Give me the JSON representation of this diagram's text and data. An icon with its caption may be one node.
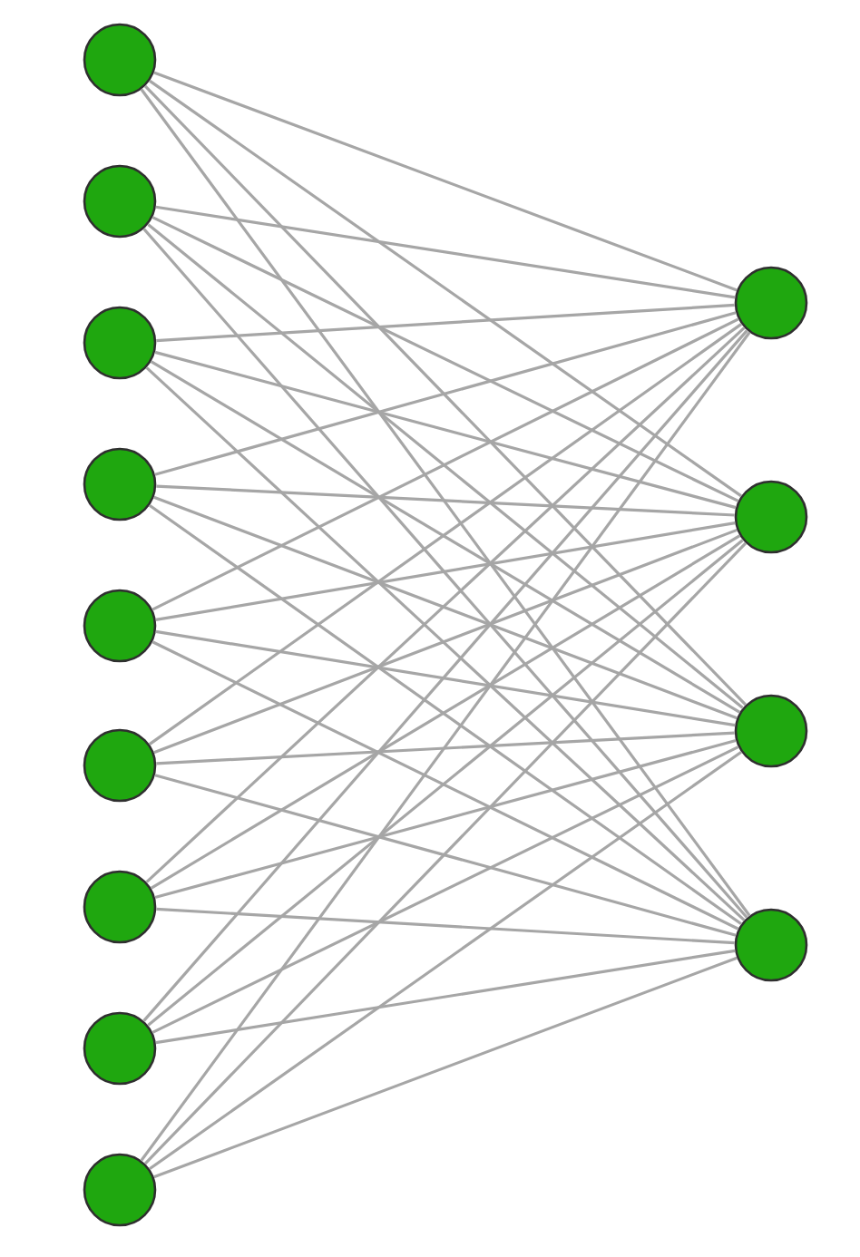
{
  "diagram": {
    "nodes": [
      {
        "text": [],
        "shape": "circle"
      },
      {
        "text": [],
        "shape": "circle"
      },
      {
        "text": [],
        "shape": "circle"
      },
      {
        "text": [],
        "shape": "circle"
      },
      {
        "text": [],
        "shape": "circle"
      },
      {
        "text": [],
        "shape": "circle"
      },
      {
        "text": [],
        "shape": "circle"
      },
      {
        "text": [],
        "shape": "circle"
      },
      {
        "text": [],
        "shape": "circle"
      },
      {
        "text": [],
        "shape": "circle"
      },
      {
        "text": [],
        "shape": "circle"
      },
      {
        "text": [],
        "shape": "circle"
      },
      {
        "text": [],
        "shape": "circle"
      }
    ],
    "edges": [
      {
        "from": 0,
        "to": 9,
        "arrow": "none"
      },
      {
        "from": 0,
        "to": 10,
        "arrow": "none"
      },
      {
        "from": 0,
        "to": 11,
        "arrow": "none"
      },
      {
        "from": 0,
        "to": 12,
        "arrow": "none"
      },
      {
        "from": 1,
        "to": 9,
        "arrow": "none"
      },
      {
        "from": 1,
        "to": 10,
        "arrow": "none"
      },
      {
        "from": 1,
        "to": 11,
        "arrow": "none"
      },
      {
        "from": 1,
        "to": 12,
        "arrow": "none"
      },
      {
        "from": 2,
        "to": 9,
        "arrow": "none"
      },
      {
        "from": 2,
        "to": 10,
        "arrow": "none"
      },
      {
        "from": 2,
        "to": 11,
        "arrow": "none"
      },
      {
        "from": 2,
        "to": 12,
        "arrow": "none"
      },
      {
        "from": 3,
        "to": 9,
        "arrow": "none"
      },
      {
        "from": 3,
        "to": 10,
        "arrow": "none"
      },
      {
        "from": 3,
        "to": 11,
        "arrow": "none"
      },
      {
        "from": 3,
        "to": 12,
        "arrow": "none"
      },
      {
        "from": 4,
        "to": 9,
        "arrow": "none"
      },
      {
        "from": 4,
        "to": 10,
        "arrow": "none"
      },
      {
        "from": 4,
        "to": 11,
        "arrow": "none"
      },
      {
        "from": 4,
        "to": 12,
        "arrow": "none"
      },
      {
        "from": 5,
        "to": 9,
        "arrow": "none"
      },
      {
        "from": 5,
        "to": 10,
        "arrow": "none"
      },
      {
        "from": 5,
        "to": 11,
        "arrow": "none"
      },
      {
        "from": 5,
        "to": 12,
        "arrow": "none"
      },
      {
        "from": 6,
        "to": 9,
        "arrow": "none"
      },
      {
        "from": 6,
        "to": 10,
        "arrow": "none"
      },
      {
        "from": 6,
        "to": 11,
        "arrow": "none"
      },
      {
        "from": 6,
        "to": 12,
        "arrow": "none"
      },
      {
        "from": 7,
        "to": 9,
        "arrow": "none"
      },
      {
        "from": 7,
        "to": 10,
        "arrow": "none"
      },
      {
        "from": 7,
        "to": 11,
        "arrow": "none"
      },
      {
        "from": 7,
        "to": 12,
        "arrow": "none"
      },
      {
        "from": 8,
        "to": 9,
        "arrow": "none"
      },
      {
        "from": 8,
        "to": 10,
        "arrow": "none"
      },
      {
        "from": 8,
        "to": 11,
        "arrow": "none"
      },
      {
        "from": 8,
        "to": 12,
        "arrow": "none"
      }
    ]
  }
}
